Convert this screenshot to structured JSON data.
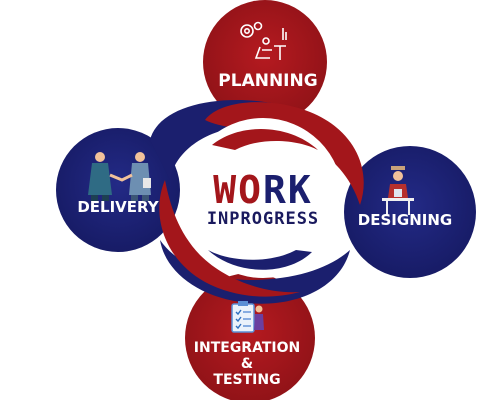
{
  "center": {
    "title_part1": "WO",
    "title_part2": "RK",
    "subtitle": "INPROGRESS"
  },
  "stages": {
    "planning": {
      "label": "PLANNING",
      "icon": "planning-worker-gear-icon"
    },
    "delivery": {
      "label": "DELIVERY",
      "icon": "handshake-people-icon"
    },
    "designing": {
      "label": "DESIGNING",
      "icon": "designer-at-desk-icon"
    },
    "integration": {
      "label_line1": "INTEGRATION",
      "label_line2": "&",
      "label_line3": "TESTING",
      "icon": "checklist-tester-icon"
    }
  },
  "colors": {
    "red": "#a3161b",
    "red_dark": "#7a1014",
    "navy": "#1b1f6e",
    "navy_dark": "#131655",
    "white": "#ffffff"
  }
}
